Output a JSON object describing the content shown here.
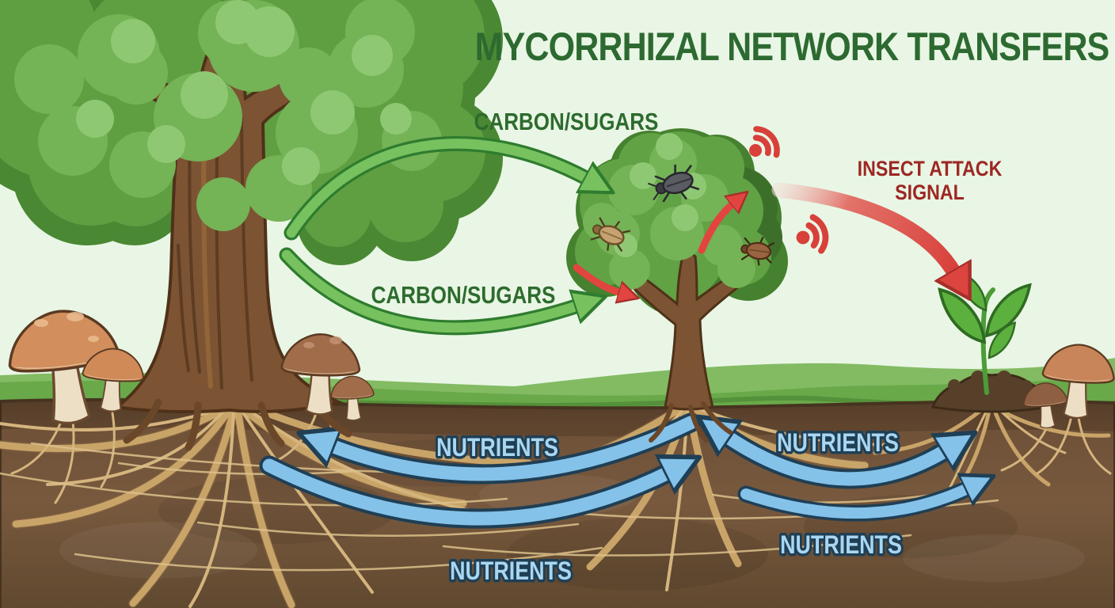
{
  "title": "MYCORRHIZAL NETWORK TRANSFERS",
  "labels": {
    "carbon_top": "CARBON/SUGARS",
    "carbon_bottom": "CARBON/SUGARS",
    "insect_line1": "INSECT ATTACK",
    "insect_line2": "SIGNAL",
    "nutrients_upper_left": "NUTRIENTS",
    "nutrients_upper_right": "NUTRIENTS",
    "nutrients_lower_left": "NUTRIENTS",
    "nutrients_lower_right": "NUTRIENTS"
  },
  "colors": {
    "background": "#e9f6e5",
    "title_text": "#2d6a31",
    "carbon_label": "#2e6b2e",
    "carbon_arrow": "#77c25f",
    "carbon_arrow_outline": "#2f7c2f",
    "signal_arrow_red": "#d8403a",
    "insect_label_red": "#9c2723",
    "nutrient_arrow_blue": "#84c2ea",
    "nutrient_arrow_outline": "#1f3f55",
    "nutrients_label_fill": "#a9d6f0",
    "grass_green": "#69a94a",
    "soil_brown": "#74563c",
    "root_tan": "#c9a469",
    "trunk_brown": "#7c5433",
    "foliage_green": "#5f9f42"
  },
  "flows": [
    {
      "label": "CARBON/SUGARS",
      "from": "mature tree",
      "to": "attacked tree",
      "channel": "above-ground",
      "arrow_color": "green",
      "arrow_count": 2
    },
    {
      "label": "INSECT ATTACK SIGNAL",
      "from": "attacked tree",
      "to": "seedling",
      "channel": "airborne",
      "arrow_color": "red",
      "arrow_count": 1
    },
    {
      "label": "NUTRIENTS",
      "from": "mycorrhizal root network",
      "to": "connected plants",
      "channel": "underground",
      "arrow_color": "blue",
      "arrow_count": 4
    }
  ],
  "scene": {
    "plants": [
      "mature tree",
      "attacked tree",
      "seedling"
    ],
    "mushroom_count": 6,
    "beetles_on_attacked_tree": 3,
    "signal_wave_icons": 2
  }
}
